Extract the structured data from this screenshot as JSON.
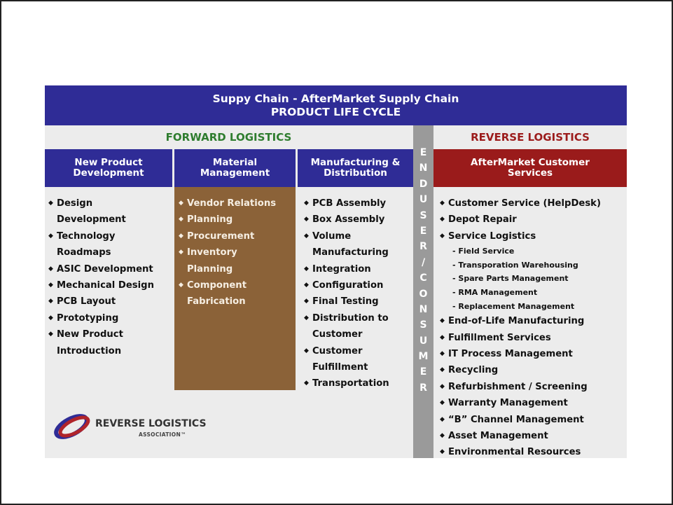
{
  "title": {
    "line1": "Suppy Chain - AfterMarket Supply Chain",
    "line2": "PRODUCT LIFE CYCLE"
  },
  "forward_title": "FORWARD LOGISTICS",
  "reverse_title": "REVERSE LOGISTICS",
  "end_user_letters": [
    "E",
    "N",
    "D",
    "U",
    "S",
    "E",
    "R",
    "/",
    "C",
    "O",
    "N",
    "S",
    "U",
    "M",
    "E",
    "R"
  ],
  "columns": {
    "npd": {
      "head1": "New Product",
      "head2": "Development",
      "items": [
        "Design",
        "Development",
        "Technology",
        "Roadmaps",
        "ASIC Development",
        "Mechanical Design",
        "PCB Layout",
        "Prototyping",
        "New Product",
        "Introduction"
      ]
    },
    "mm": {
      "head1": "Material",
      "head2": "Management",
      "items": [
        "Vendor Relations",
        "Planning",
        "Procurement",
        "Inventory",
        "Planning",
        "Component",
        "Fabrication"
      ]
    },
    "md": {
      "head1": "Manufacturing &",
      "head2": "Distribution",
      "items": [
        "PCB Assembly",
        "Box Assembly",
        "Volume",
        "Manufacturing",
        "Integration",
        "Configuration",
        "Final Testing",
        "Distribution to",
        "Customer",
        "Customer",
        "Fulfillment",
        "Transportation"
      ]
    },
    "ams": {
      "head1": "AfterMarket Customer",
      "head2": "Services",
      "items": [
        "Customer Service (HelpDesk)",
        "Depot Repair",
        "Service Logistics",
        "- Field Service",
        "- Transporation Warehousing",
        "- Spare Parts Management",
        "- RMA Management",
        "- Replacement Management",
        "End-of-Life Manufacturing",
        "Fulfillment Services",
        "IT Process Management",
        "Recycling",
        "Refurbishment / Screening",
        "Warranty Management",
        "“B” Channel Management",
        "Asset Management",
        "Environmental Resources"
      ]
    }
  },
  "logo": {
    "name": "REVERSE LOGISTICS",
    "sub": "ASSOCIATION™"
  },
  "colors": {
    "header_blue": "#2f2c96",
    "forward_green": "#2f7d2f",
    "reverse_red": "#9a1b1b",
    "material_brown": "#8b6238",
    "end_user_gray": "#9a9a9a"
  }
}
